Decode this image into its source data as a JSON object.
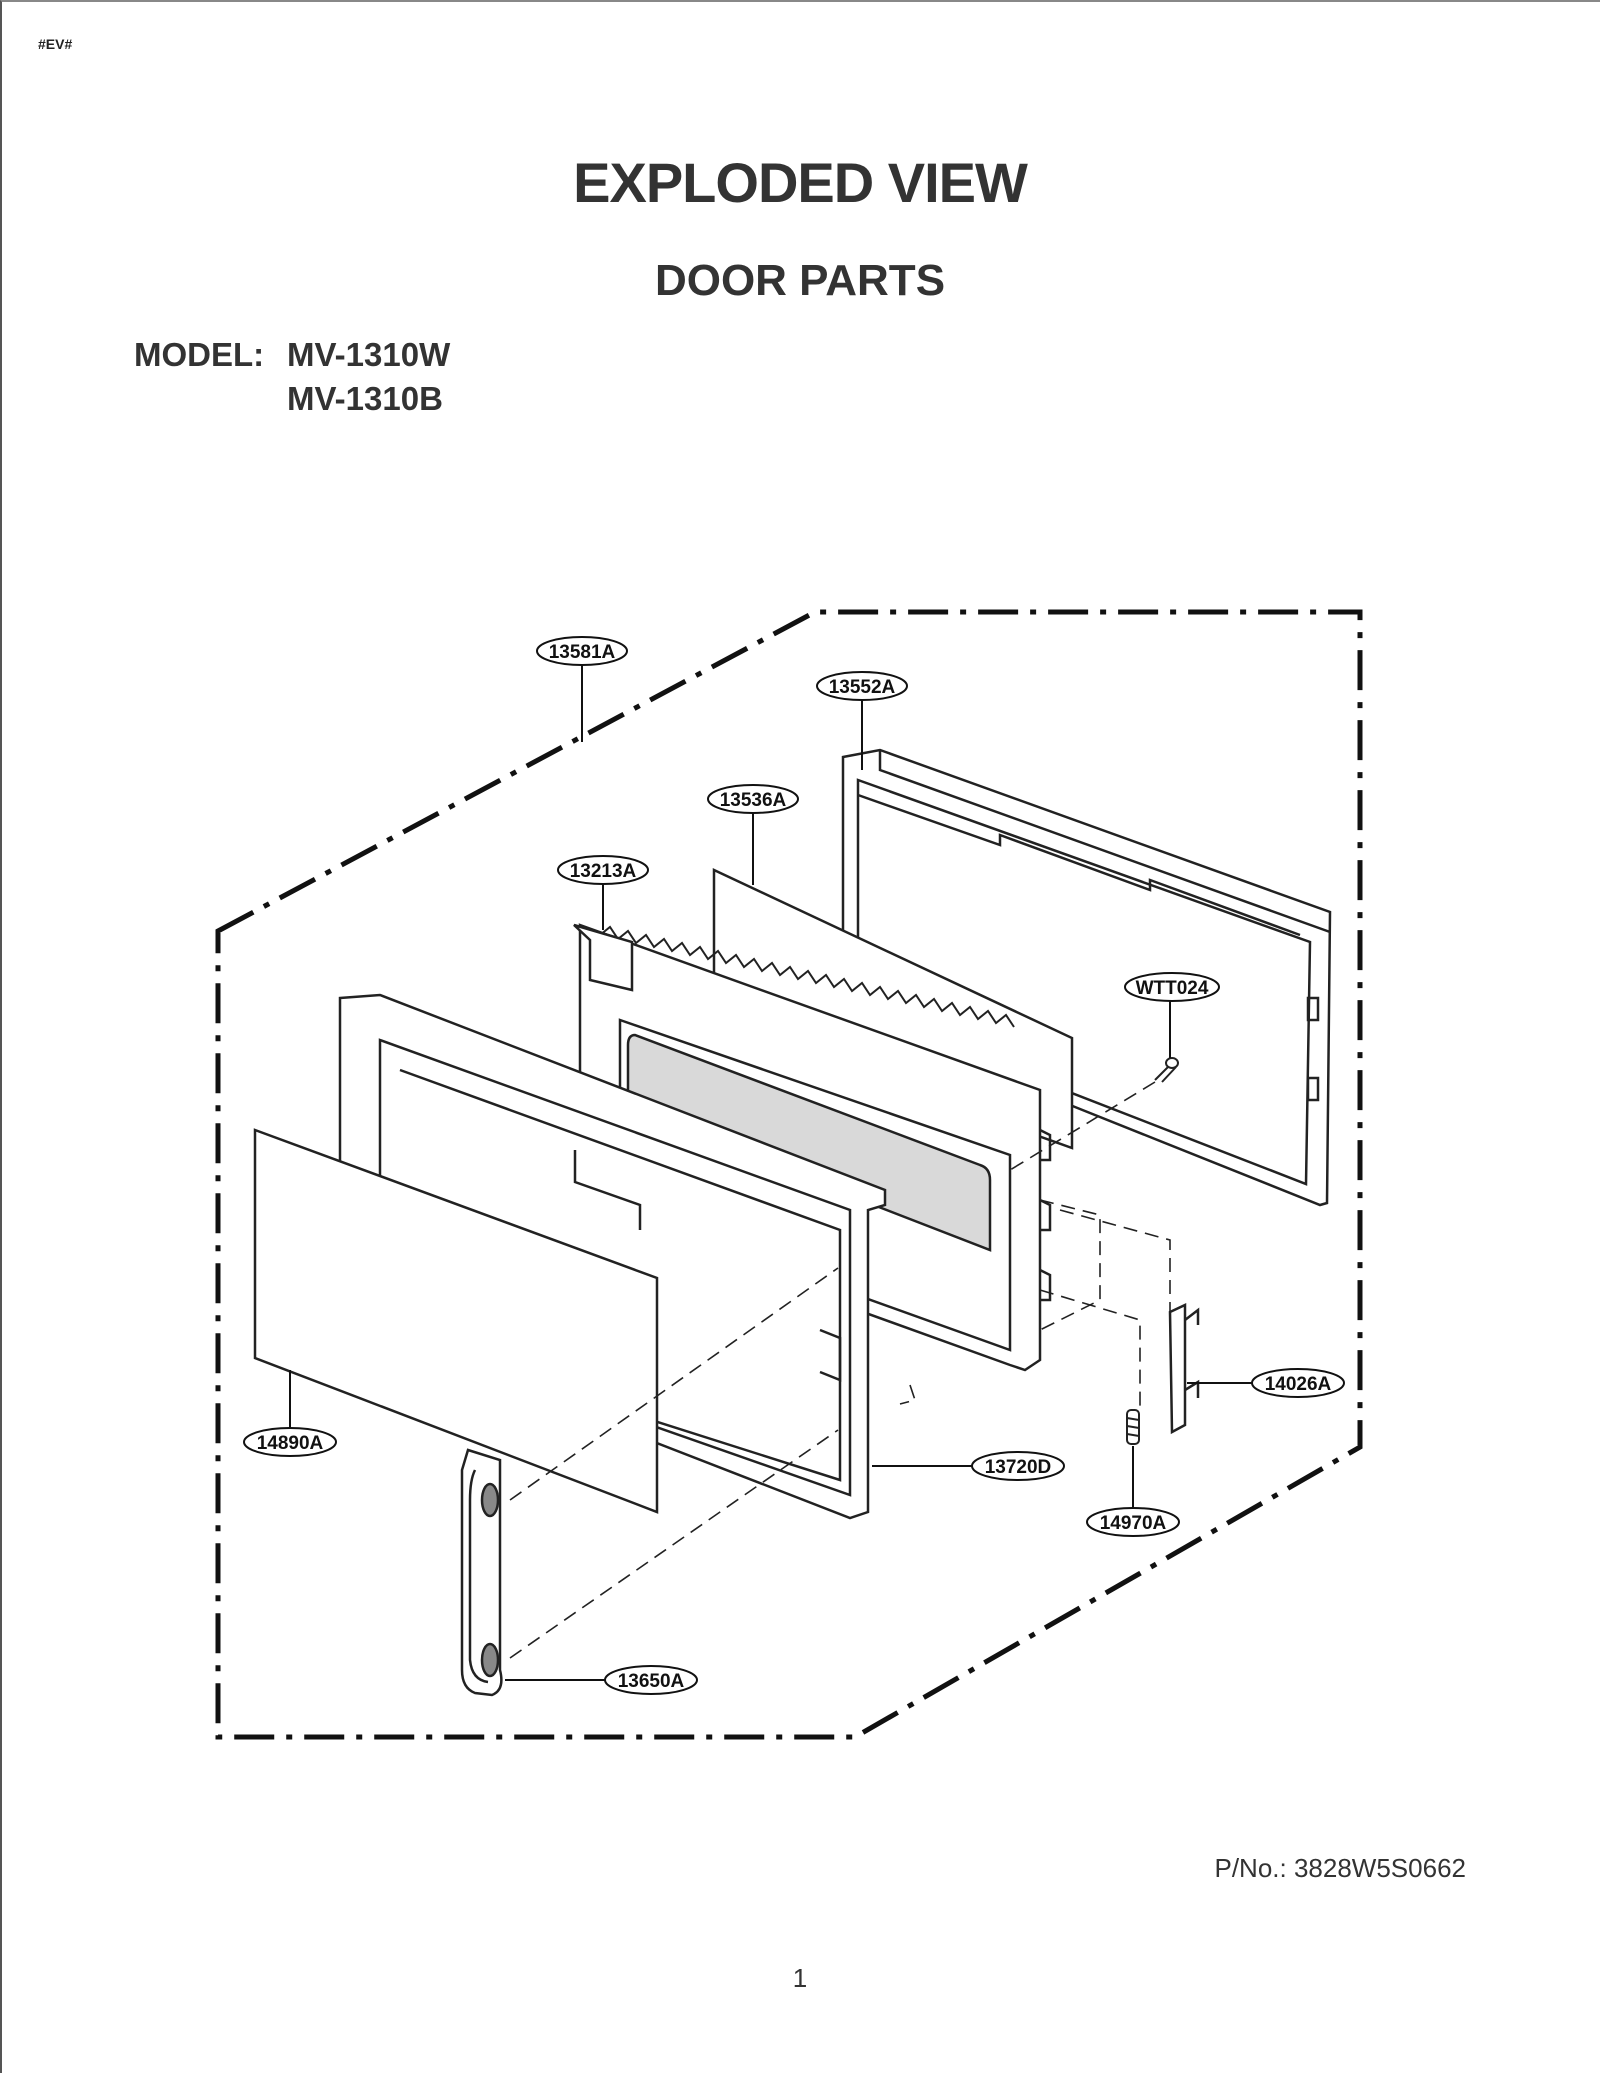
{
  "header_tag": "#EV#",
  "title": "EXPLODED VIEW",
  "subtitle": "DOOR PARTS",
  "model": {
    "label": "MODEL:",
    "numbers": [
      "MV-1310W",
      "MV-1310B"
    ]
  },
  "callouts": [
    {
      "id": "13581A",
      "text": "13581A"
    },
    {
      "id": "13552A",
      "text": "13552A"
    },
    {
      "id": "13536A",
      "text": "13536A"
    },
    {
      "id": "13213A",
      "text": "13213A"
    },
    {
      "id": "WTT024",
      "text": "WTT024"
    },
    {
      "id": "14026A",
      "text": "14026A"
    },
    {
      "id": "14890A",
      "text": "14890A"
    },
    {
      "id": "13720D",
      "text": "13720D"
    },
    {
      "id": "14970A",
      "text": "14970A"
    },
    {
      "id": "13650A",
      "text": "13650A"
    }
  ],
  "part_number": {
    "label": "P/No.:",
    "value": "3828W5S0662"
  },
  "page_number": "1"
}
